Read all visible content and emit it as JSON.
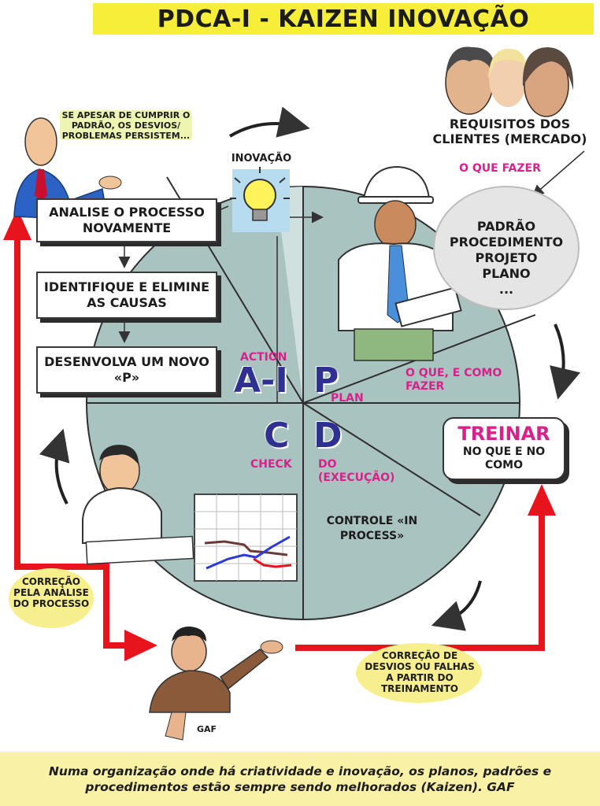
{
  "title": "PDCA-I - KAIZEN INOVAÇÃO",
  "top_note": "SE APESAR DE CUMPRIR O PADRÃO, OS DESVIOS/ PROBLEMAS PERSISTEM...",
  "innovation_label": "INOVAÇÃO",
  "customer": {
    "requirements": "REQUISITOS DOS CLIENTES (MERCADO)",
    "what_to_do": "O QUE FAZER"
  },
  "standards_bubble": {
    "lines": [
      "PADRÃO",
      "PROCEDIMENTO",
      "PROJETO",
      "PLANO",
      "..."
    ]
  },
  "action_boxes": [
    "ANALISE O PROCESSO NOVAMENTE",
    "IDENTIFIQUE E ELIMINE AS CAUSAS",
    "DESENVOLVA UM NOVO «P»"
  ],
  "cycle": {
    "action_label": "ACTION",
    "ai_letters": "A-I",
    "p_letter": "P",
    "plan_label": "PLAN",
    "c_letter": "C",
    "check_label": "CHECK",
    "d_letter": "D",
    "do_label": "DO (EXECUÇÃO)",
    "plan_note": "O QUE, E COMO FAZER",
    "control_label": "CONTROLE «IN PROCESS»"
  },
  "train_box": {
    "title": "TREINAR",
    "subtitle": "NO QUE E NO COMO"
  },
  "bottom_left_note": "CORREÇÃO PELA ANÁLISE DO PROCESSO",
  "bottom_right_note": "CORREÇÃO DE DESVIOS OU FALHAS A PARTIR DO TREINAMENTO",
  "signature": "GAF",
  "footer": "Numa organização onde há criatividade e inovação, os planos, padrões e procedimentos estão sempre sendo melhorados (Kaizen). GAF",
  "colors": {
    "title_bg": "#f7ee3a",
    "pie_fill": "#a9c3c0",
    "magenta": "#d9218b",
    "navy": "#2e3192",
    "red_arrow": "#e8141c",
    "note_bg": "#f7ef8e",
    "footer_bg": "#f9f1a6"
  },
  "icons": [
    "man-icon",
    "woman-icon",
    "engineer-icon",
    "light-bulb-icon",
    "thinking-man-icon",
    "line-chart-icon",
    "pointing-man-icon"
  ]
}
